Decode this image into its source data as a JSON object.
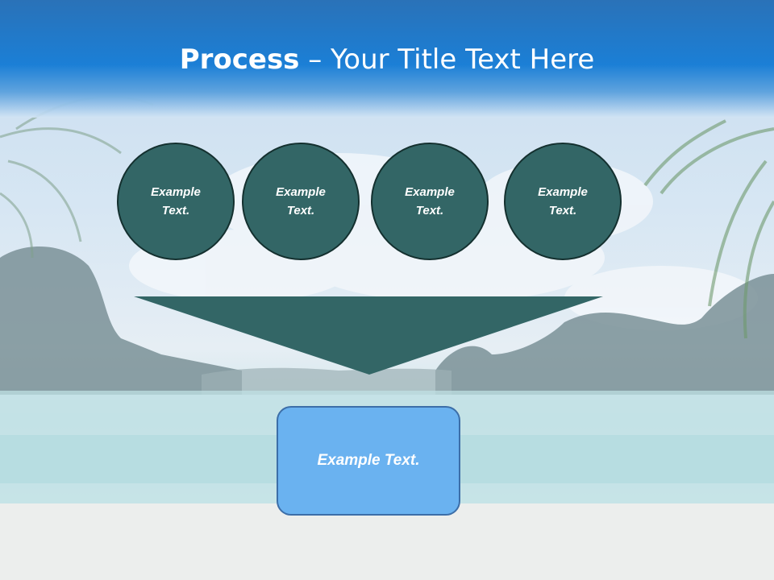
{
  "title": {
    "bold": "Process",
    "rest": " – Your Title Text Here"
  },
  "circles": [
    {
      "label": "Example Text."
    },
    {
      "label": "Example Text."
    },
    {
      "label": "Example Text."
    },
    {
      "label": "Example Text."
    }
  ],
  "result": {
    "label": "Example Text."
  },
  "colors": {
    "circle_fill": "#336666",
    "box_fill": "#6ab2f0",
    "header_blue": "#1b7fd6"
  }
}
